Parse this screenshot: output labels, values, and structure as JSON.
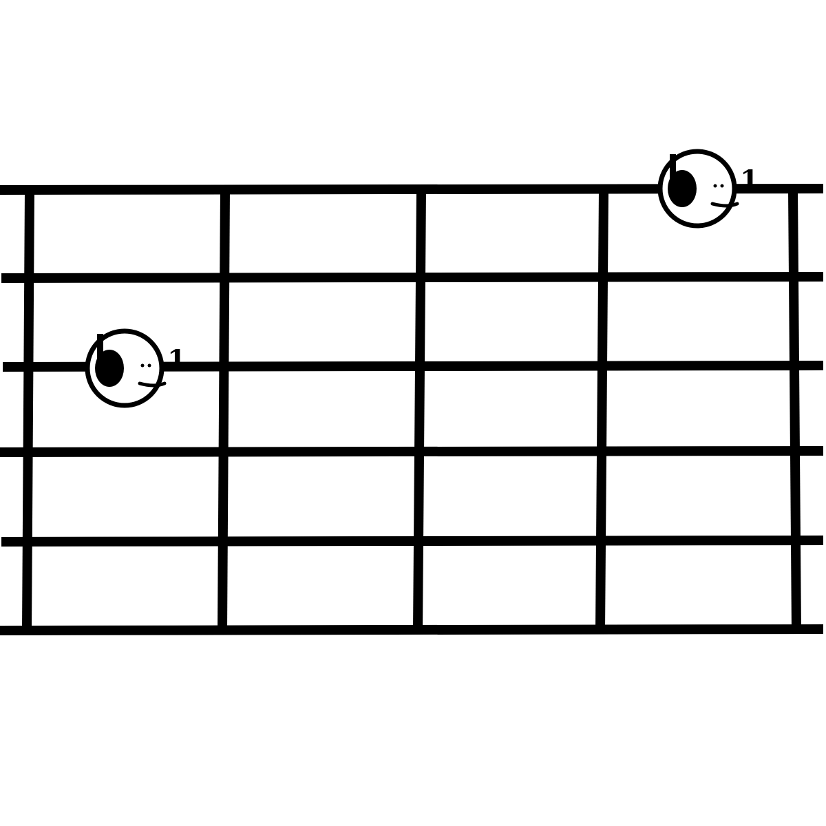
{
  "diagram": {
    "strings": 6,
    "frets": 4,
    "line_color": "#000000",
    "background": "#ffffff",
    "markers": [
      {
        "string": 1,
        "fret": 4,
        "finger": "1",
        "icon": "note-face-icon"
      },
      {
        "string": 3,
        "fret": 1,
        "finger": "1",
        "icon": "note-face-icon"
      }
    ]
  }
}
